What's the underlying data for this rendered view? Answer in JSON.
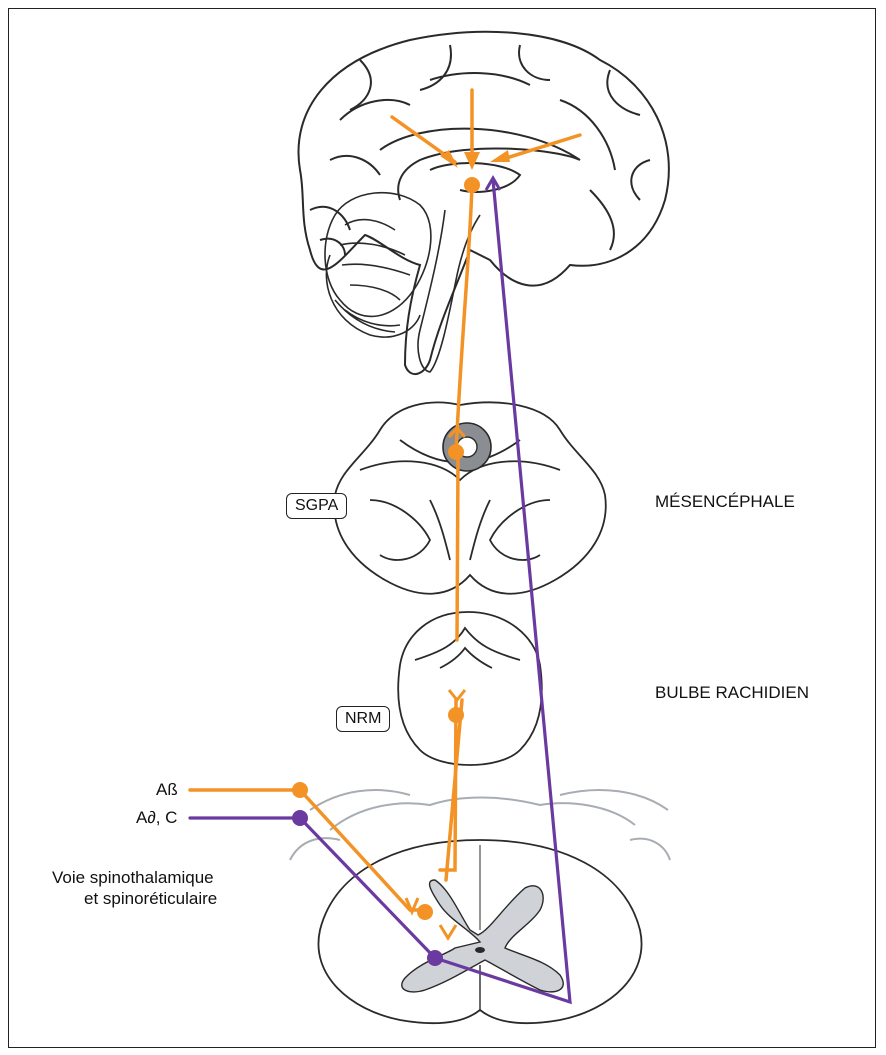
{
  "labels": {
    "sgpa": "SGPA",
    "nrm": "NRM",
    "mesencephale": "MÉSENCÉPHALE",
    "bulbe": "BULBE RACHIDIEN",
    "abeta": "Aß",
    "adelta_c": "A∂, C",
    "voie_line1": "Voie spinothalamique",
    "voie_line2": "et spinoréticulaire"
  },
  "colors": {
    "orange_pathway": "#f39325",
    "purple_pathway": "#6a3aa0",
    "outline": "#2a2a2a",
    "grey_matter": "#cfd3d8"
  }
}
